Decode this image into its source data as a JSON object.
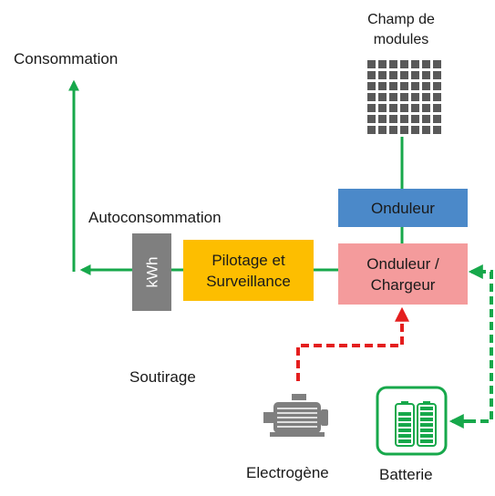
{
  "labels": {
    "consommation": "Consommation",
    "autoconsommation": "Autoconsommation",
    "soutirage": "Soutirage",
    "champ_line1": "Champ de",
    "champ_line2": "modules",
    "electrogene": "Electrogène",
    "batterie": "Batterie"
  },
  "boxes": {
    "onduleur": "Onduleur",
    "onduleur_chargeur_line1": "Onduleur /",
    "onduleur_chargeur_line2": "Chargeur",
    "pilotage_line1": "Pilotage et",
    "pilotage_line2": "Surveillance",
    "kwh": "kWh"
  },
  "icons": {
    "panel": "solar-panel-icon",
    "generator": "generator-icon",
    "battery": "battery-icon"
  },
  "colors": {
    "green": "#17a84b",
    "red": "#e41e1e",
    "onduleur_fill": "#4b89c9",
    "onduleur_chargeur_fill": "#f49b9c",
    "pilotage_fill": "#fdbe00",
    "kwh_fill": "#7f7f7f",
    "panel_cell": "#595959"
  }
}
